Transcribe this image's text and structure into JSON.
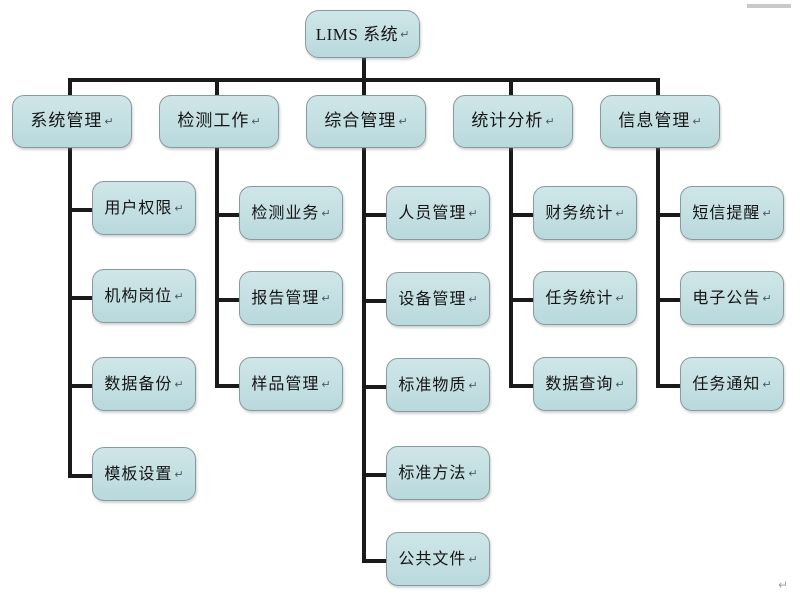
{
  "diagram": {
    "type": "organization-chart",
    "title_node": "LIMS 系统",
    "return_mark": "↵",
    "background_color": "#ffffff",
    "node_fill_color": "#c5e1e4",
    "node_border_color": "#8a9a9c",
    "connector_color": "#1a1a1a",
    "root": {
      "label": "LIMS 系统"
    },
    "branches": [
      {
        "label": "系统管理",
        "children": [
          {
            "label": "用户权限"
          },
          {
            "label": "机构岗位"
          },
          {
            "label": "数据备份"
          },
          {
            "label": "模板设置"
          }
        ]
      },
      {
        "label": "检测工作",
        "children": [
          {
            "label": "检测业务"
          },
          {
            "label": "报告管理"
          },
          {
            "label": "样品管理"
          }
        ]
      },
      {
        "label": "综合管理",
        "children": [
          {
            "label": "人员管理"
          },
          {
            "label": "设备管理"
          },
          {
            "label": "标准物质"
          },
          {
            "label": "标准方法"
          },
          {
            "label": "公共文件"
          }
        ]
      },
      {
        "label": "统计分析",
        "children": [
          {
            "label": "财务统计"
          },
          {
            "label": "任务统计"
          },
          {
            "label": "数据查询"
          }
        ]
      },
      {
        "label": "信息管理",
        "children": [
          {
            "label": "短信提醒"
          },
          {
            "label": "电子公告"
          },
          {
            "label": "任务通知"
          }
        ]
      }
    ]
  }
}
